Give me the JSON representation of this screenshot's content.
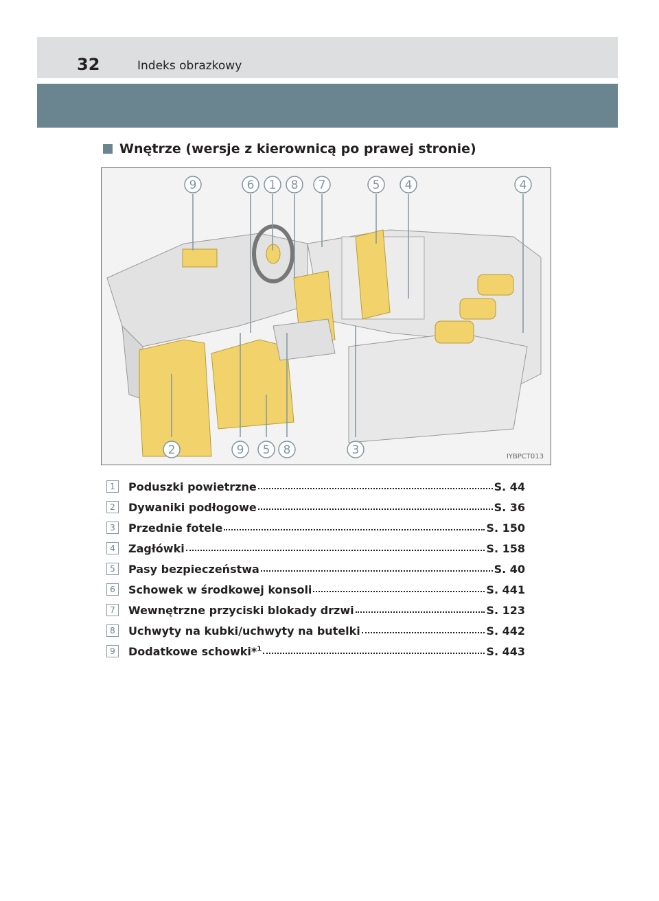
{
  "header": {
    "page_number": "32",
    "title": "Indeks obrazkowy"
  },
  "section": {
    "title": "Wnętrze (wersje z kierownicą po prawej stronie)"
  },
  "figure": {
    "code": "IYBPCT013",
    "callouts_top": [
      "9",
      "6",
      "1",
      "8",
      "7",
      "5",
      "4",
      "4"
    ],
    "callouts_bottom": [
      "2",
      "9",
      "5",
      "8",
      "3"
    ]
  },
  "items": [
    {
      "num": "1",
      "label": "Poduszki powietrzne",
      "page": "S. 44"
    },
    {
      "num": "2",
      "label": "Dywaniki podłogowe",
      "page": "S. 36"
    },
    {
      "num": "3",
      "label": "Przednie fotele",
      "page": "S. 150"
    },
    {
      "num": "4",
      "label": "Zagłówki",
      "page": "S. 158"
    },
    {
      "num": "5",
      "label": "Pasy bezpieczeństwa",
      "page": "S. 40"
    },
    {
      "num": "6",
      "label": "Schowek w środkowej konsoli",
      "page": "S. 441"
    },
    {
      "num": "7",
      "label": "Wewnętrzne przyciski blokady drzwi",
      "page": "S. 123"
    },
    {
      "num": "8",
      "label": "Uchwyty na kubki/uchwyty na butelki",
      "page": "S. 442"
    },
    {
      "num": "9",
      "label": "Dodatkowe schowki*",
      "footnote": "1",
      "page": "S. 443"
    }
  ]
}
